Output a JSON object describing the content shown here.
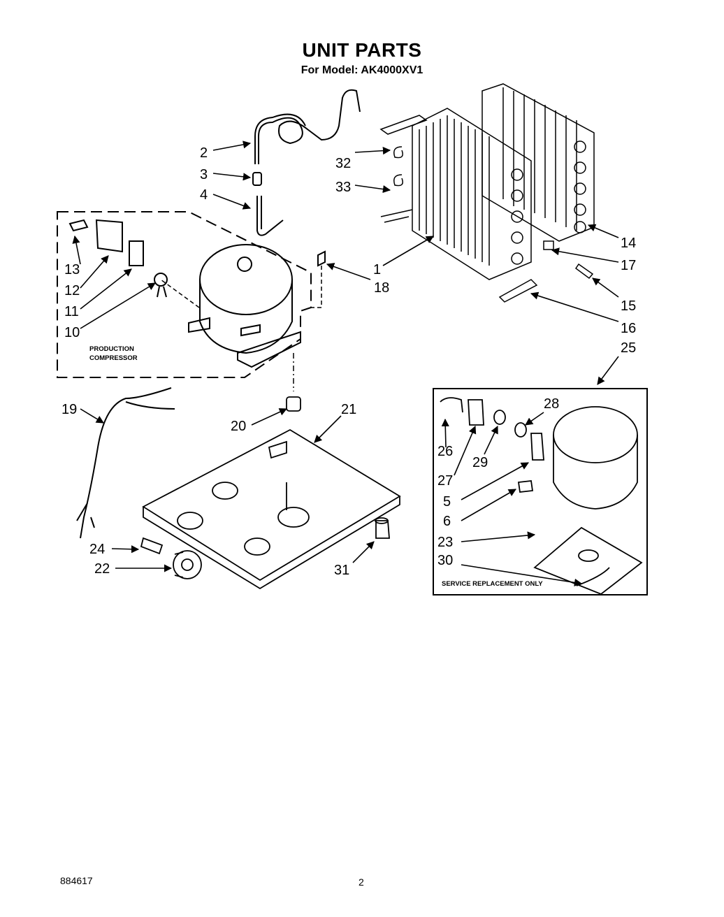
{
  "header": {
    "title": "UNIT PARTS",
    "subtitle": "For Model: AK4000XV1"
  },
  "boxes": {
    "production_compressor": "PRODUCTION\nCOMPRESSOR",
    "production_line1": "PRODUCTION",
    "production_line2": "COMPRESSOR",
    "service_replacement": "SERVICE REPLACEMENT ONLY"
  },
  "callouts": [
    "1",
    "2",
    "3",
    "4",
    "5",
    "6",
    "10",
    "11",
    "12",
    "13",
    "14",
    "15",
    "16",
    "17",
    "18",
    "19",
    "20",
    "21",
    "22",
    "23",
    "24",
    "25",
    "26",
    "27",
    "28",
    "29",
    "30",
    "31",
    "32",
    "33"
  ],
  "labels": {
    "c1": "1",
    "c2": "2",
    "c3": "3",
    "c4": "4",
    "c5": "5",
    "c6": "6",
    "c10": "10",
    "c11": "11",
    "c12": "12",
    "c13": "13",
    "c14": "14",
    "c15": "15",
    "c16": "16",
    "c17": "17",
    "c18": "18",
    "c19": "19",
    "c20": "20",
    "c21": "21",
    "c22": "22",
    "c23": "23",
    "c24": "24",
    "c25": "25",
    "c26": "26",
    "c27": "27",
    "c28": "28",
    "c29": "29",
    "c30": "30",
    "c31": "31",
    "c32": "32",
    "c33": "33"
  },
  "footer": {
    "doc_number": "884617",
    "page_number": "2"
  }
}
